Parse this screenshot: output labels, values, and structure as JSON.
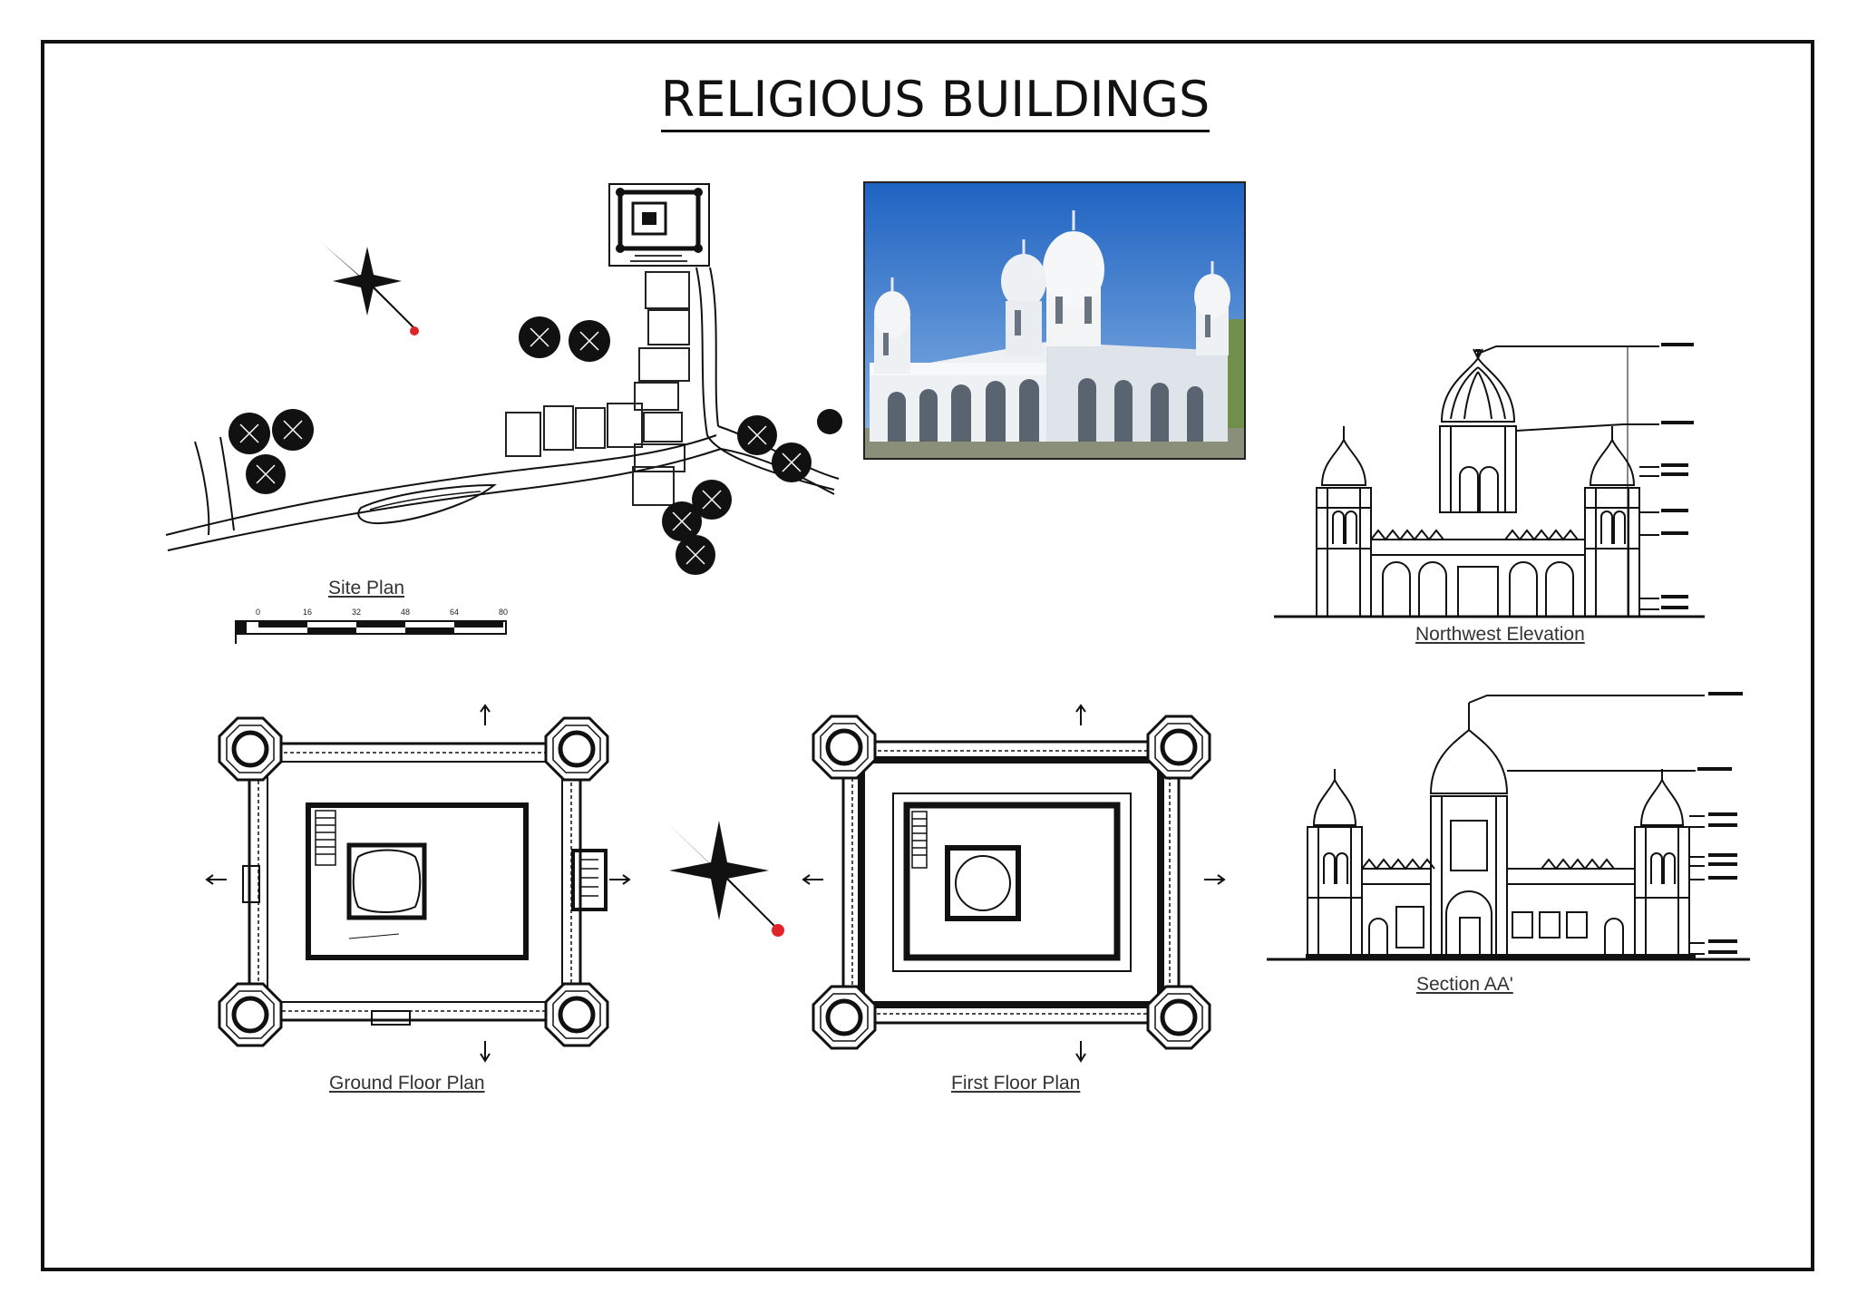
{
  "title": "RELIGIOUS BUILDINGS",
  "captions": {
    "site_plan": "Site Plan",
    "northwest_elevation": "Northwest Elevation",
    "section": "Section AA'",
    "ground_floor_plan": "Ground Floor Plan",
    "first_floor_plan": "First Floor Plan"
  },
  "scale_bar": {
    "ticks": [
      "0",
      "16",
      "32",
      "48",
      "64",
      "80"
    ]
  },
  "colors": {
    "ink": "#111111",
    "north_marker": "#e0252a",
    "sky": "#2a6fc9",
    "building": "#f4f6f8"
  },
  "icons": {
    "north_arrow": "compass-star-icon",
    "tree": "tree-symbol-icon"
  }
}
